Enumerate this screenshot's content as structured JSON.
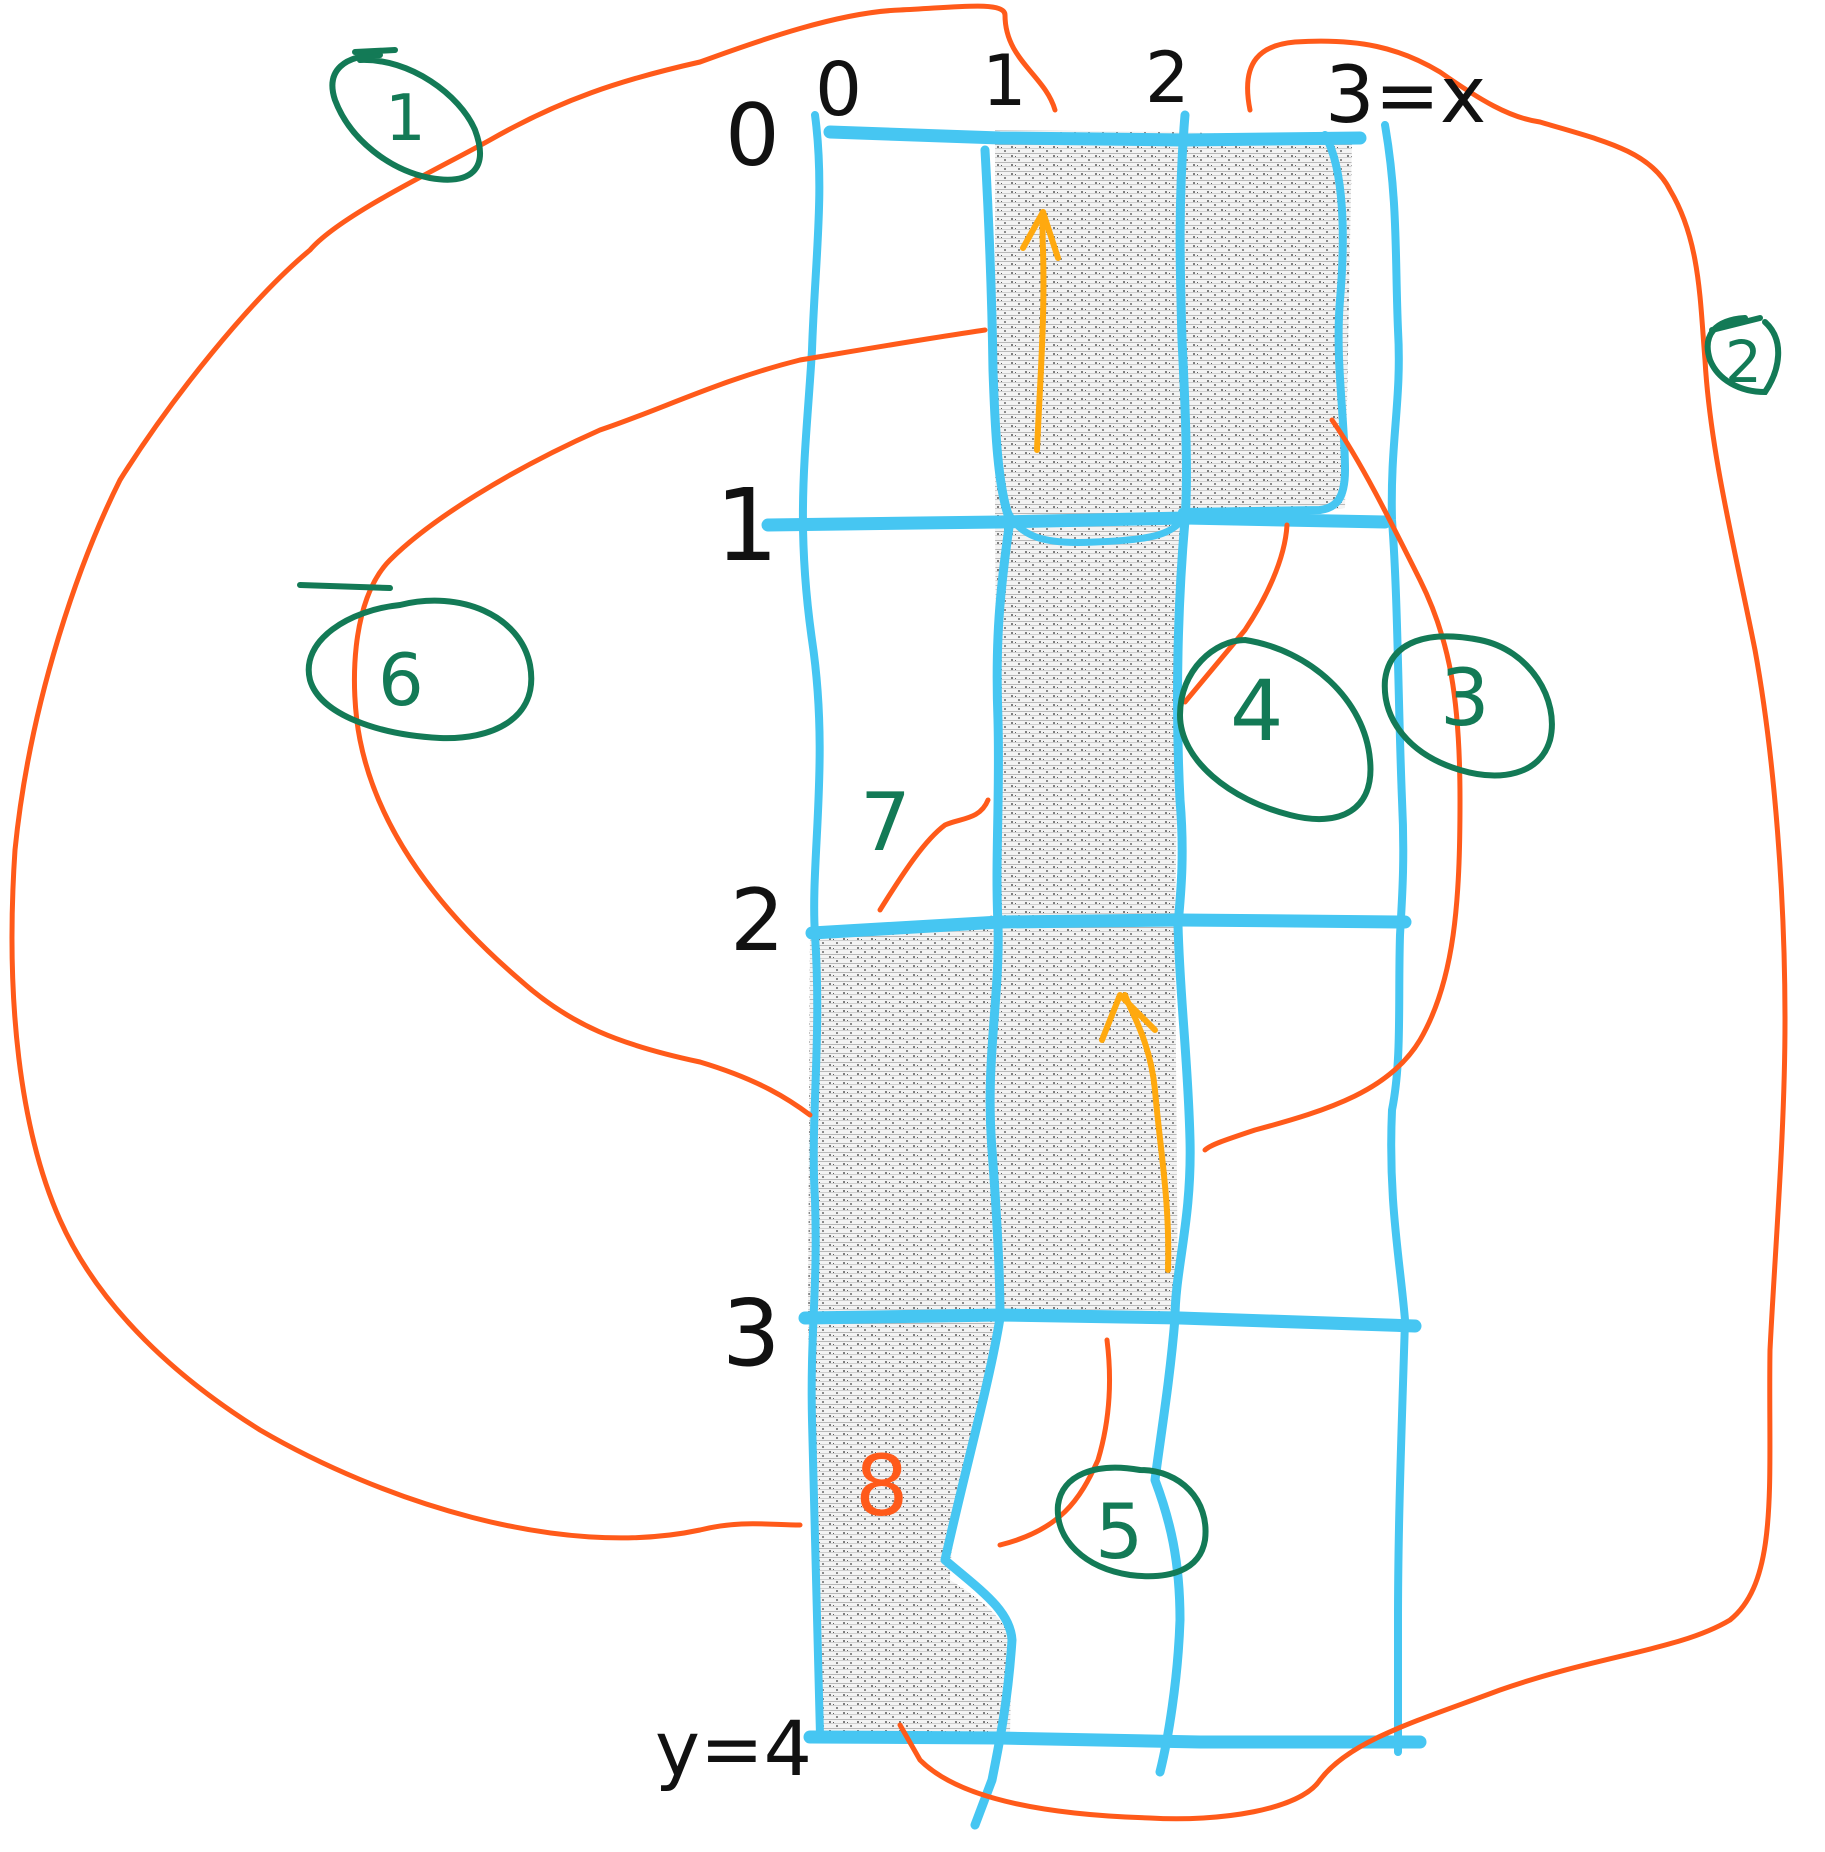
{
  "colors": {
    "grid": "#46c6f2",
    "loop": "#ff5a1a",
    "arrow": "#ffa90f",
    "circle": "#137a56",
    "axis_text": "#111111",
    "shade": "#d4d4d4"
  },
  "axes": {
    "corner": "0",
    "x_label": "3=x",
    "x_ticks": [
      "0",
      "1",
      "2"
    ],
    "y_ticks": [
      "1",
      "2",
      "3"
    ],
    "y_label": "y=4"
  },
  "regions": {
    "r1": "1",
    "r2": "2",
    "r3": "3",
    "r4": "4",
    "r5": "5",
    "r6": "6",
    "r7": "7",
    "r8": "8"
  }
}
